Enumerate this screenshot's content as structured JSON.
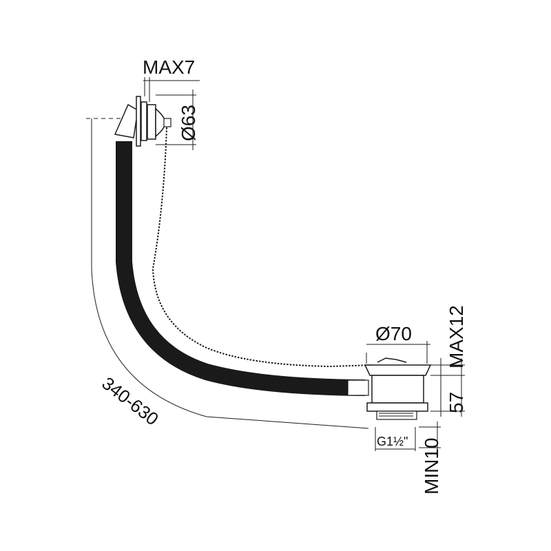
{
  "dimensions": {
    "overflow_max": "MAX7",
    "overflow_diameter": "Ø63",
    "waste_diameter": "Ø70",
    "waste_max_thickness": "MAX12",
    "waste_height": "57",
    "thread": "G1½\"",
    "thread_min": "MIN10",
    "hose_length": "340-630"
  },
  "colors": {
    "line": "#1a1a1a",
    "background": "#ffffff"
  }
}
